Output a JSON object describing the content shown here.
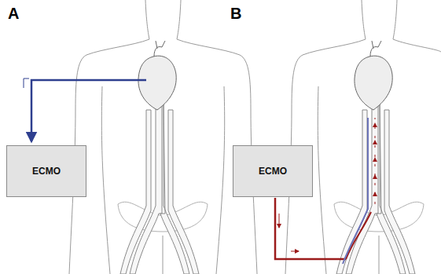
{
  "diagram": {
    "nodes": [
      {
        "text": [
          "ECMO"
        ]
      },
      {
        "text": [
          "ECMO"
        ]
      }
    ],
    "labels": [
      "A",
      "B"
    ]
  }
}
